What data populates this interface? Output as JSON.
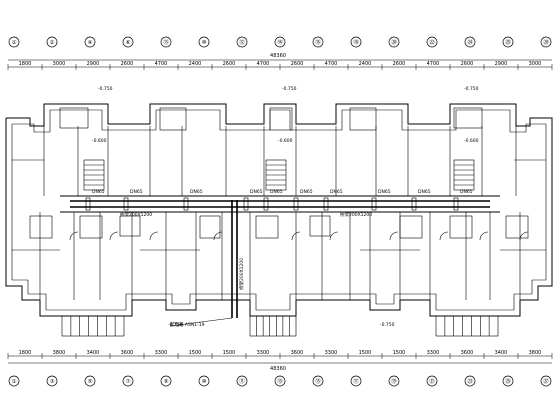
{
  "top_axes": [
    "①",
    "②",
    "④",
    "⑥",
    "⑬",
    "⑩",
    "⑫",
    "⑭",
    "⑯",
    "⑱",
    "⑳",
    "㉒",
    "㉔",
    "㉕",
    "㉘"
  ],
  "top_dims": [
    "1800",
    "3000",
    "2900",
    "2600",
    "4700",
    "2400",
    "2600",
    "4700",
    "2600",
    "4700",
    "2400",
    "2600",
    "4700",
    "2600",
    "2900",
    "3000"
  ],
  "top_total": "48360",
  "bottom_axes": [
    "①",
    "③",
    "⑤",
    "⑦",
    "⑨",
    "⑩",
    "⑪",
    "⑬",
    "⑮",
    "⑰",
    "⑲",
    "㉑",
    "㉓",
    "㉕",
    "㉗"
  ],
  "bottom_dims": [
    "1800",
    "3800",
    "3400",
    "3600",
    "3300",
    "1500",
    "1500",
    "3300",
    "3600",
    "3300",
    "1500",
    "1500",
    "3300",
    "3600",
    "3400",
    "3800"
  ],
  "bottom_total": "48360",
  "labels": {
    "corridor_left": "桥架200X1200",
    "corridor_right": "桥架200X1200",
    "riser": "桥架200X1200",
    "cabinet": "配电箱 ASN1-19",
    "dn_tags": [
      "DN65",
      "DN65",
      "DN65",
      "DN65",
      "DN65",
      "DN65",
      "DN65",
      "DN65",
      "DN65",
      "DN65"
    ],
    "elev_top": [
      "-0.750",
      "-0.750",
      "-0.750"
    ],
    "elev_bottom": [
      "-0.750",
      "-0.750"
    ],
    "elev_room": [
      "-0.600",
      "-0.600",
      "-0.600"
    ]
  }
}
